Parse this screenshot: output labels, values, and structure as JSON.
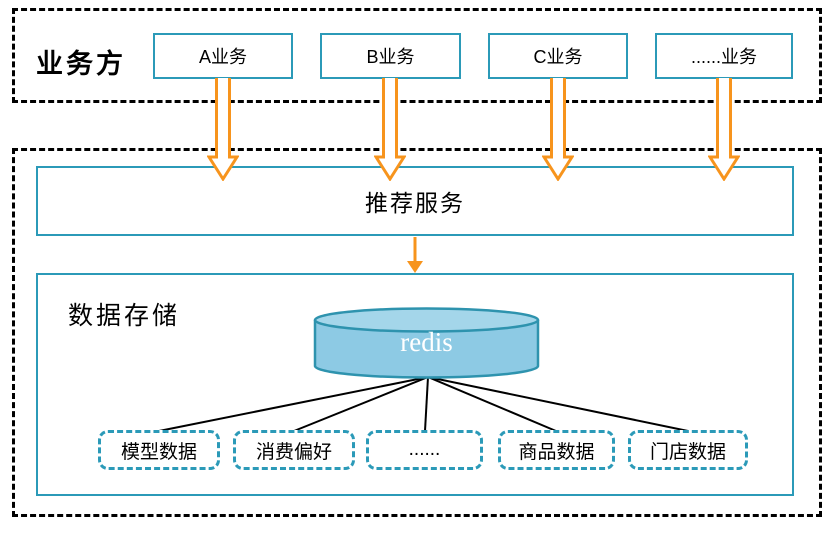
{
  "colors": {
    "teal_border": "#2B9AB8",
    "orange": "#F7941D",
    "black_line": "#000000",
    "cylinder_fill": "#8DCAE4",
    "cylinder_top_fill": "#A4D6EA",
    "cylinder_stroke": "#2E93AE",
    "redis_text": "#FFFFFF"
  },
  "business_section": {
    "label": "业务方",
    "boxes": [
      {
        "label": "A业务"
      },
      {
        "label": "B业务"
      },
      {
        "label": "C业务"
      },
      {
        "label": "......业务"
      }
    ]
  },
  "service_box": {
    "label": "推荐服务"
  },
  "storage_section": {
    "label": "数据存储",
    "database": {
      "label": "redis"
    },
    "data_nodes": [
      {
        "label": "模型数据"
      },
      {
        "label": "消费偏好"
      },
      {
        "label": "......"
      },
      {
        "label": "商品数据"
      },
      {
        "label": "门店数据"
      }
    ]
  }
}
